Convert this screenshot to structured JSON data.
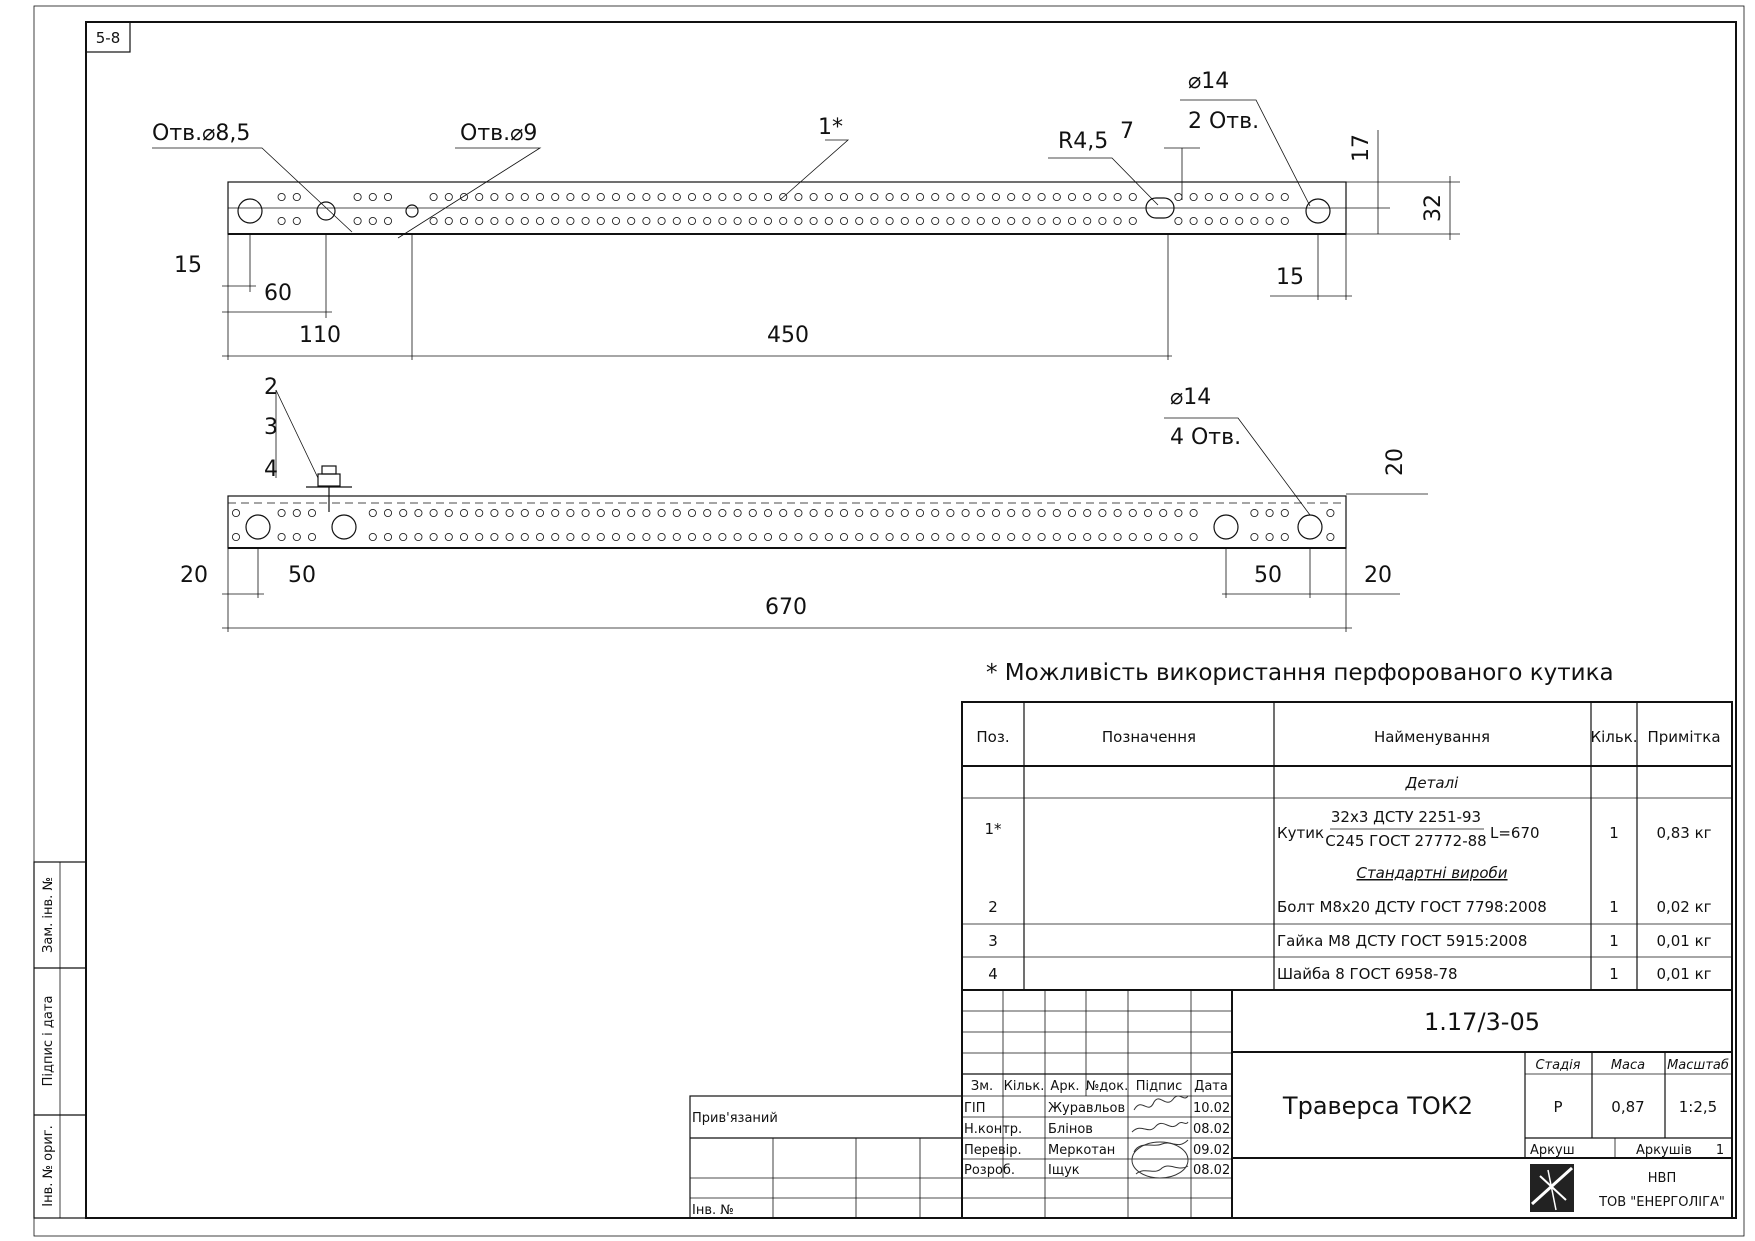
{
  "sheet_code": "5-8",
  "top_view": {
    "hole_a_label": "Отв.⌀8,5",
    "hole_b_label": "Отв.⌀9",
    "part_ref": "1*",
    "slot_radius": "R4,5",
    "slot_dim": "7",
    "holes_diam": "⌀14",
    "holes_count": "2 Отв.",
    "dim_17": "17",
    "dim_32": "32",
    "dim_15_left": "15",
    "dim_60": "60",
    "dim_110": "110",
    "dim_450": "450",
    "dim_15_right": "15"
  },
  "bottom_view": {
    "callout_1": "2",
    "callout_2": "3",
    "callout_3": "4",
    "holes_diam": "⌀14",
    "holes_count": "4 Отв.",
    "dim_20_right_top": "20",
    "dim_20_left": "20",
    "dim_50_left": "50",
    "dim_670": "670",
    "dim_50_right": "50",
    "dim_20_right": "20"
  },
  "note": "* Можливість використання перфорованого кутика",
  "spec_table": {
    "headers": [
      "Поз.",
      "Позначення",
      "Найменування",
      "Кільк.",
      "Примітка"
    ],
    "section_details": "Деталі",
    "row1_pos": "1*",
    "row1_prefix": "Кутик",
    "row1_num": "32х3 ДСТУ 2251-93",
    "row1_den": "С245 ГОСТ 27772-88",
    "row1_suffix": "L=670",
    "row1_qty": "1",
    "row1_note": "0,83 кг",
    "section_standard": "Стандартні вироби",
    "rows": [
      {
        "pos": "2",
        "name": "Болт М8х20 ДСТУ ГОСТ 7798:2008",
        "qty": "1",
        "note": "0,02 кг"
      },
      {
        "pos": "3",
        "name": "Гайка М8 ДСТУ ГОСТ 5915:2008",
        "qty": "1",
        "note": "0,01 кг"
      },
      {
        "pos": "4",
        "name": "Шайба 8 ГОСТ 6958-78",
        "qty": "1",
        "note": "0,01 кг"
      }
    ]
  },
  "title_block": {
    "doc_code": "1.17/3-05",
    "title": "Траверса ТОК2",
    "col_headers": [
      "Зм.",
      "Кільк.",
      "Арк.",
      "№док.",
      "Підпис",
      "Дата"
    ],
    "people": [
      {
        "role": "ГІП",
        "name": "Журавльов",
        "date": "10.02"
      },
      {
        "role": "Н.контр.",
        "name": "Блінов",
        "date": "08.02"
      },
      {
        "role": "Перевір.",
        "name": "Меркотан",
        "date": "09.02"
      },
      {
        "role": "Розроб.",
        "name": "Іщук",
        "date": "08.02"
      }
    ],
    "stage_label": "Стадія",
    "mass_label": "Маса",
    "scale_label": "Масштаб",
    "stage": "Р",
    "mass": "0,87",
    "scale": "1:2,5",
    "sheet_label": "Аркуш",
    "sheets_label": "Аркушів",
    "sheets_count": "1",
    "company_line1": "НВП",
    "company_line2": "ТОВ \"ЕНЕРГОЛІГА\"",
    "attached_label": "Прив'язаний",
    "inv_label": "Інв. №"
  },
  "side_stamp": {
    "inv_orig": "Інв. № ориг.",
    "sign_date": "Підпис і дата",
    "repl_inv": "Зам. інв. №"
  }
}
